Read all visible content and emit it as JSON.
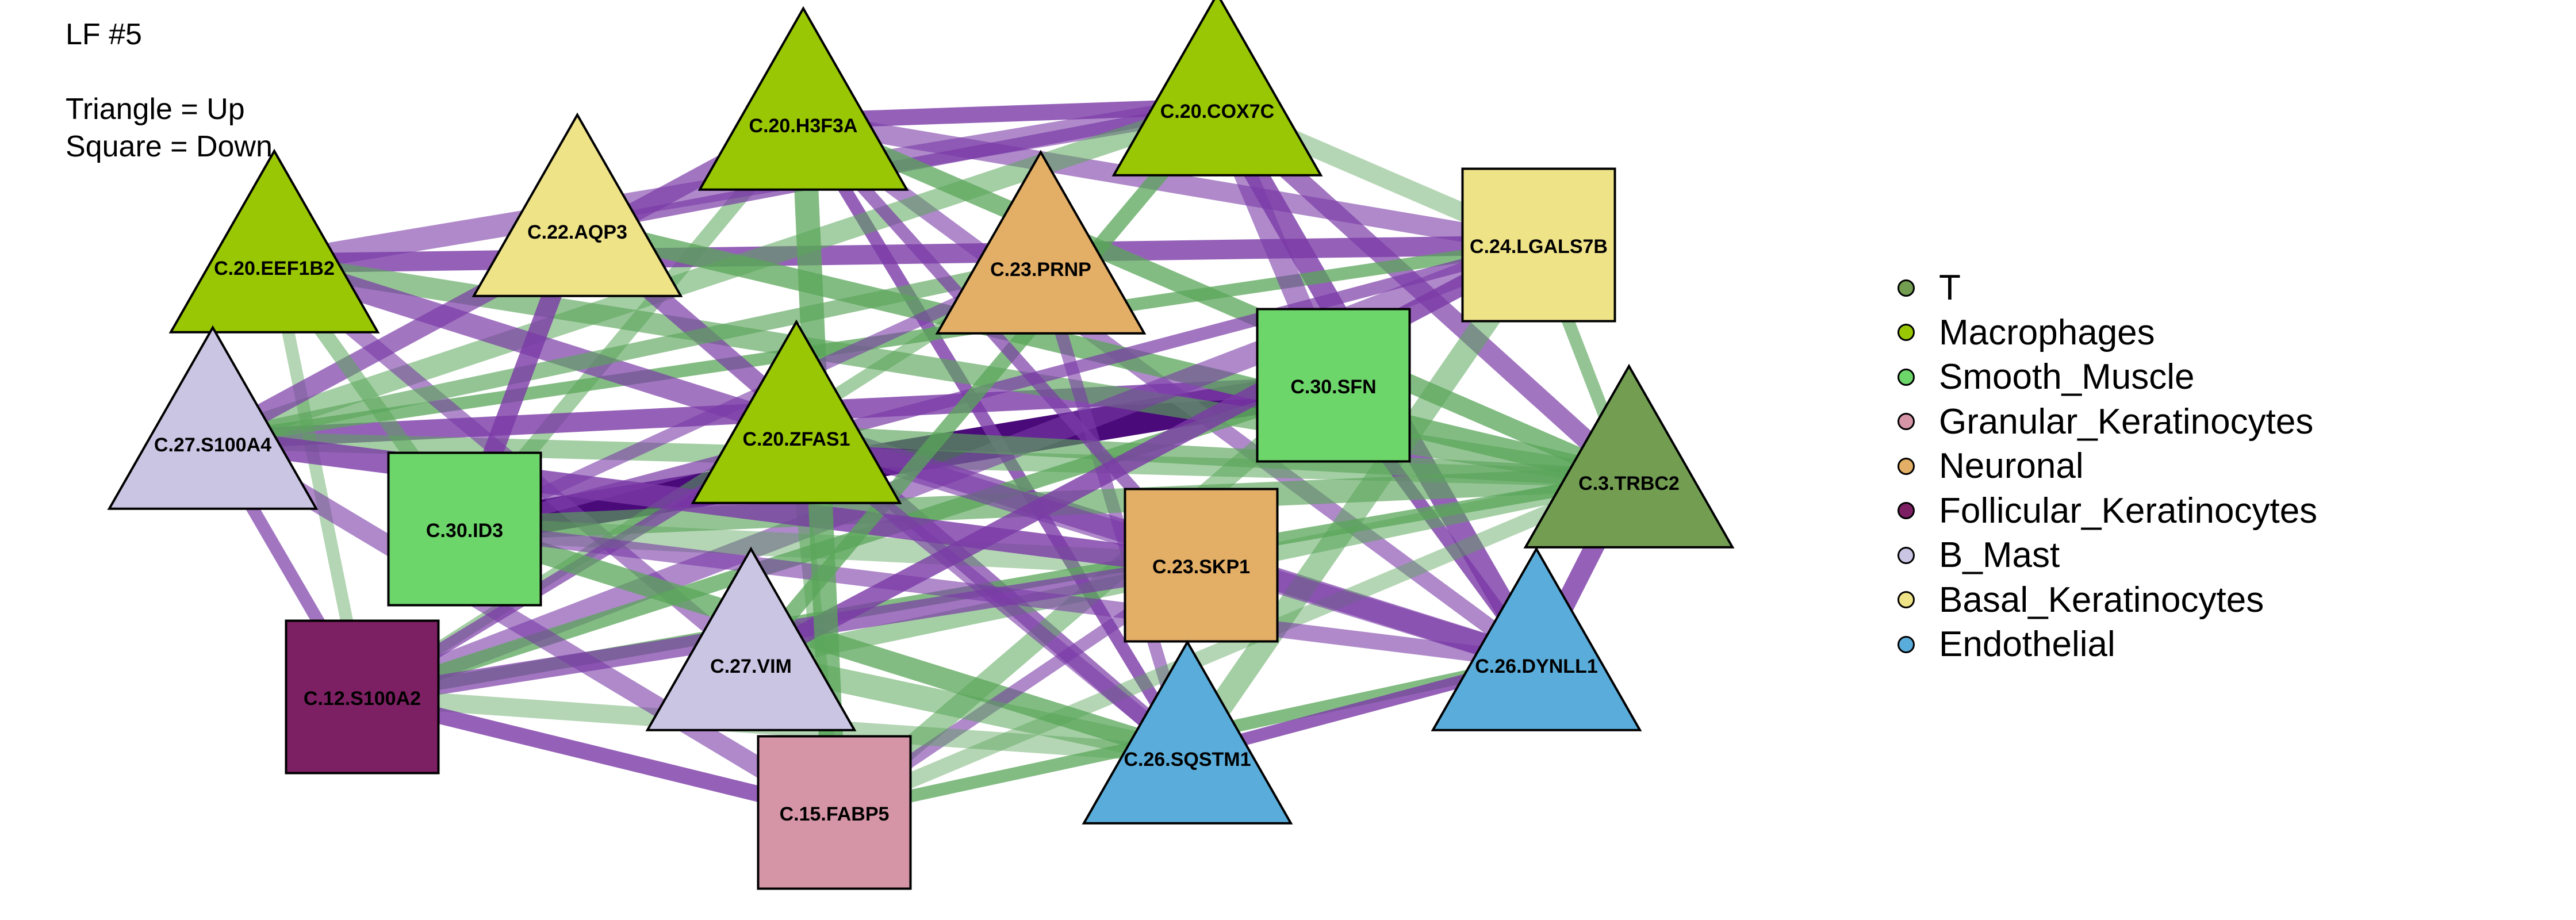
{
  "header": {
    "title": "LF #5",
    "legend_shape_up": "Triangle = Up",
    "legend_shape_down": "Square = Down"
  },
  "colors": {
    "edge_green": "#5aa55a",
    "edge_purple": "#7a3aa6",
    "edge_strong": "#4a0a7a"
  },
  "legend": [
    {
      "label": "T",
      "color": "#739e52"
    },
    {
      "label": "Macrophages",
      "color": "#99c703"
    },
    {
      "label": "Smooth_Muscle",
      "color": "#6dd66b"
    },
    {
      "label": "Granular_Keratinocytes",
      "color": "#d595a7"
    },
    {
      "label": "Neuronal",
      "color": "#e3ae66"
    },
    {
      "label": "Follicular_Keratinocytes",
      "color": "#7c2063"
    },
    {
      "label": "B_Mast",
      "color": "#cac5e3"
    },
    {
      "label": "Basal_Keratinocytes",
      "color": "#efe388"
    },
    {
      "label": "Endothelial",
      "color": "#5aadda"
    }
  ],
  "nodes": [
    {
      "id": "C.20.H3F3A",
      "shape": "triangle",
      "direction": "Up",
      "cell_type": "Macrophages"
    },
    {
      "id": "C.20.COX7C",
      "shape": "triangle",
      "direction": "Up",
      "cell_type": "Macrophages"
    },
    {
      "id": "C.22.AQP3",
      "shape": "triangle",
      "direction": "Up",
      "cell_type": "Basal_Keratinocytes"
    },
    {
      "id": "C.20.EEF1B2",
      "shape": "triangle",
      "direction": "Up",
      "cell_type": "Macrophages"
    },
    {
      "id": "C.23.PRNP",
      "shape": "triangle",
      "direction": "Up",
      "cell_type": "Neuronal"
    },
    {
      "id": "C.24.LGALS7B",
      "shape": "square",
      "direction": "Down",
      "cell_type": "Basal_Keratinocytes"
    },
    {
      "id": "C.30.SFN",
      "shape": "square",
      "direction": "Down",
      "cell_type": "Smooth_Muscle"
    },
    {
      "id": "C.27.S100A4",
      "shape": "triangle",
      "direction": "Up",
      "cell_type": "B_Mast"
    },
    {
      "id": "C.20.ZFAS1",
      "shape": "triangle",
      "direction": "Up",
      "cell_type": "Macrophages"
    },
    {
      "id": "C.3.TRBC2",
      "shape": "triangle",
      "direction": "Up",
      "cell_type": "T"
    },
    {
      "id": "C.30.ID3",
      "shape": "square",
      "direction": "Down",
      "cell_type": "Smooth_Muscle"
    },
    {
      "id": "C.23.SKP1",
      "shape": "square",
      "direction": "Down",
      "cell_type": "Neuronal"
    },
    {
      "id": "C.27.VIM",
      "shape": "triangle",
      "direction": "Up",
      "cell_type": "B_Mast"
    },
    {
      "id": "C.12.S100A2",
      "shape": "square",
      "direction": "Down",
      "cell_type": "Follicular_Keratinocytes"
    },
    {
      "id": "C.26.DYNLL1",
      "shape": "triangle",
      "direction": "Up",
      "cell_type": "Endothelial"
    },
    {
      "id": "C.26.SQSTM1",
      "shape": "triangle",
      "direction": "Up",
      "cell_type": "Endothelial"
    },
    {
      "id": "C.15.FABP5",
      "shape": "square",
      "direction": "Down",
      "cell_type": "Granular_Keratinocytes"
    }
  ],
  "edges": [
    {
      "source": "C.30.ID3",
      "target": "C.30.SFN",
      "sign": "strong"
    },
    {
      "source": "C.30.ID3",
      "target": "C.20.H3F3A",
      "sign": "positive"
    },
    {
      "source": "C.20.EEF1B2",
      "target": "C.24.LGALS7B",
      "sign": "negative"
    },
    {
      "source": "C.20.EEF1B2",
      "target": "C.20.COX7C",
      "sign": "negative"
    },
    {
      "source": "C.22.AQP3",
      "target": "C.20.COX7C",
      "sign": "negative"
    },
    {
      "source": "C.20.H3F3A",
      "target": "C.20.COX7C",
      "sign": "negative"
    },
    {
      "source": "C.20.H3F3A",
      "target": "C.24.LGALS7B",
      "sign": "negative"
    },
    {
      "source": "C.20.H3F3A",
      "target": "C.3.TRBC2",
      "sign": "positive"
    },
    {
      "source": "C.20.H3F3A",
      "target": "C.26.SQSTM1",
      "sign": "negative"
    },
    {
      "source": "C.20.H3F3A",
      "target": "C.26.DYNLL1",
      "sign": "negative"
    },
    {
      "source": "C.20.COX7C",
      "target": "C.3.TRBC2",
      "sign": "negative"
    },
    {
      "source": "C.20.COX7C",
      "target": "C.26.DYNLL1",
      "sign": "negative"
    },
    {
      "source": "C.20.COX7C",
      "target": "C.24.LGALS7B",
      "sign": "positive"
    },
    {
      "source": "C.20.COX7C",
      "target": "C.27.S100A4",
      "sign": "positive"
    },
    {
      "source": "C.27.S100A4",
      "target": "C.30.SFN",
      "sign": "negative"
    },
    {
      "source": "C.27.S100A4",
      "target": "C.24.LGALS7B",
      "sign": "positive"
    },
    {
      "source": "C.27.S100A4",
      "target": "C.12.S100A2",
      "sign": "negative"
    },
    {
      "source": "C.27.S100A4",
      "target": "C.3.TRBC2",
      "sign": "positive"
    },
    {
      "source": "C.20.EEF1B2",
      "target": "C.3.TRBC2",
      "sign": "positive"
    },
    {
      "source": "C.20.EEF1B2",
      "target": "C.26.DYNLL1",
      "sign": "negative"
    },
    {
      "source": "C.20.EEF1B2",
      "target": "C.12.S100A2",
      "sign": "positive"
    },
    {
      "source": "C.20.EEF1B2",
      "target": "C.27.VIM",
      "sign": "negative"
    },
    {
      "source": "C.22.AQP3",
      "target": "C.26.SQSTM1",
      "sign": "negative"
    },
    {
      "source": "C.22.AQP3",
      "target": "C.3.TRBC2",
      "sign": "positive"
    },
    {
      "source": "C.23.PRNP",
      "target": "C.26.SQSTM1",
      "sign": "negative"
    },
    {
      "source": "C.23.PRNP",
      "target": "C.12.S100A2",
      "sign": "positive"
    },
    {
      "source": "C.23.PRNP",
      "target": "C.27.S100A4",
      "sign": "positive"
    },
    {
      "source": "C.24.LGALS7B",
      "target": "C.12.S100A2",
      "sign": "negative"
    },
    {
      "source": "C.24.LGALS7B",
      "target": "C.30.ID3",
      "sign": "negative"
    },
    {
      "source": "C.24.LGALS7B",
      "target": "C.26.SQSTM1",
      "sign": "positive"
    },
    {
      "source": "C.24.LGALS7B",
      "target": "C.3.TRBC2",
      "sign": "positive"
    },
    {
      "source": "C.30.SFN",
      "target": "C.12.S100A2",
      "sign": "positive"
    },
    {
      "source": "C.30.SFN",
      "target": "C.26.DYNLL1",
      "sign": "negative"
    },
    {
      "source": "C.30.SFN",
      "target": "C.15.FABP5",
      "sign": "positive"
    },
    {
      "source": "C.3.TRBC2",
      "target": "C.30.ID3",
      "sign": "positive"
    },
    {
      "source": "C.3.TRBC2",
      "target": "C.12.S100A2",
      "sign": "positive"
    },
    {
      "source": "C.3.TRBC2",
      "target": "C.15.FABP5",
      "sign": "positive"
    },
    {
      "source": "C.3.TRBC2",
      "target": "C.27.VIM",
      "sign": "positive"
    },
    {
      "source": "C.3.TRBC2",
      "target": "C.26.DYNLL1",
      "sign": "negative"
    },
    {
      "source": "C.20.ZFAS1",
      "target": "C.26.DYNLL1",
      "sign": "negative"
    },
    {
      "source": "C.20.ZFAS1",
      "target": "C.12.S100A2",
      "sign": "negative"
    },
    {
      "source": "C.20.ZFAS1",
      "target": "C.15.FABP5",
      "sign": "positive"
    },
    {
      "source": "C.20.ZFAS1",
      "target": "C.3.TRBC2",
      "sign": "positive"
    },
    {
      "source": "C.30.ID3",
      "target": "C.26.SQSTM1",
      "sign": "positive"
    },
    {
      "source": "C.30.ID3",
      "target": "C.23.SKP1",
      "sign": "positive"
    },
    {
      "source": "C.30.ID3",
      "target": "C.26.DYNLL1",
      "sign": "negative"
    },
    {
      "source": "C.23.SKP1",
      "target": "C.12.S100A2",
      "sign": "negative"
    },
    {
      "source": "C.23.SKP1",
      "target": "C.27.S100A4",
      "sign": "negative"
    },
    {
      "source": "C.23.SKP1",
      "target": "C.15.FABP5",
      "sign": "negative"
    },
    {
      "source": "C.27.VIM",
      "target": "C.26.SQSTM1",
      "sign": "positive"
    },
    {
      "source": "C.27.VIM",
      "target": "C.24.LGALS7B",
      "sign": "negative"
    },
    {
      "source": "C.27.VIM",
      "target": "C.20.COX7C",
      "sign": "positive"
    },
    {
      "source": "C.12.S100A2",
      "target": "C.26.SQSTM1",
      "sign": "positive"
    },
    {
      "source": "C.12.S100A2",
      "target": "C.15.FABP5",
      "sign": "negative"
    },
    {
      "source": "C.15.FABP5",
      "target": "C.27.S100A4",
      "sign": "negative"
    },
    {
      "source": "C.15.FABP5",
      "target": "C.26.DYNLL1",
      "sign": "positive"
    },
    {
      "source": "C.26.SQSTM1",
      "target": "C.26.DYNLL1",
      "sign": "negative"
    },
    {
      "source": "C.26.SQSTM1",
      "target": "C.20.ZFAS1",
      "sign": "negative"
    },
    {
      "source": "C.20.H3F3A",
      "target": "C.27.S100A4",
      "sign": "negative"
    },
    {
      "source": "C.20.H3F3A",
      "target": "C.15.FABP5",
      "sign": "positive"
    },
    {
      "source": "C.23.PRNP",
      "target": "C.30.ID3",
      "sign": "negative"
    },
    {
      "source": "C.20.EEF1B2",
      "target": "C.30.ID3",
      "sign": "positive"
    },
    {
      "source": "C.22.AQP3",
      "target": "C.30.ID3",
      "sign": "negative"
    },
    {
      "source": "C.20.COX7C",
      "target": "C.30.SFN",
      "sign": "negative"
    },
    {
      "source": "C.20.H3F3A",
      "target": "C.23.SKP1",
      "sign": "negative"
    }
  ]
}
